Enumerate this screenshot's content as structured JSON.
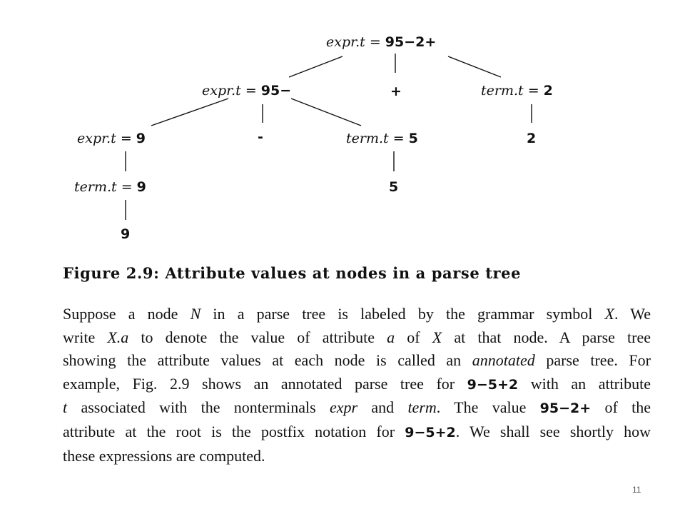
{
  "tree": {
    "root": {
      "var": "expr.t",
      "eq": " = ",
      "val": "95−2+"
    },
    "left_expr": {
      "var": "expr.t",
      "eq": " = ",
      "val": "95−"
    },
    "plus_op": "+",
    "right_term": {
      "var": "term.t",
      "eq": " = ",
      "val": "2"
    },
    "right_term_leaf": "2",
    "ll_expr": {
      "var": "expr.t",
      "eq": " = ",
      "val": "9"
    },
    "minus_op": "-",
    "mid_term": {
      "var": "term.t",
      "eq": " = ",
      "val": "5"
    },
    "mid_term_leaf": "5",
    "ll_term": {
      "var": "term.t",
      "eq": " = ",
      "val": "9"
    },
    "ll_term_leaf": "9"
  },
  "caption": "Figure 2.9: Attribute values at nodes in a parse tree",
  "paragraph": {
    "l1": {
      "a": "Suppose a node ",
      "N": "N",
      "b": " in a parse tree is labeled by the grammar symbol ",
      "X": "X",
      "c": ". We"
    },
    "l2": {
      "a": "write ",
      "Xa": "X.a",
      "b": " to denote the value of attribute ",
      "am": "a",
      "c": " of ",
      "X": "X",
      "d": " at that node. A parse tree"
    },
    "l3": {
      "a": "showing the attribute values at each node is called an ",
      "annotated": "annotated",
      "b": " parse tree. For"
    },
    "l4": {
      "a": "example, Fig. 2.9 shows an annotated parse tree for ",
      "code": "9−5+2",
      "b": " with an attribute"
    },
    "l5": {
      "t": "t",
      "a": " associated with the nonterminals ",
      "expr": "expr",
      "b": " and ",
      "term": "term",
      "c": ". The value ",
      "code": "95−2+",
      "d": " of the"
    },
    "l6": {
      "a": "attribute at the root is the postfix notation for ",
      "code": "9−5+2",
      "b": ". We shall see shortly how"
    },
    "l7": {
      "a": "these expressions are computed."
    }
  },
  "page_number": "11"
}
